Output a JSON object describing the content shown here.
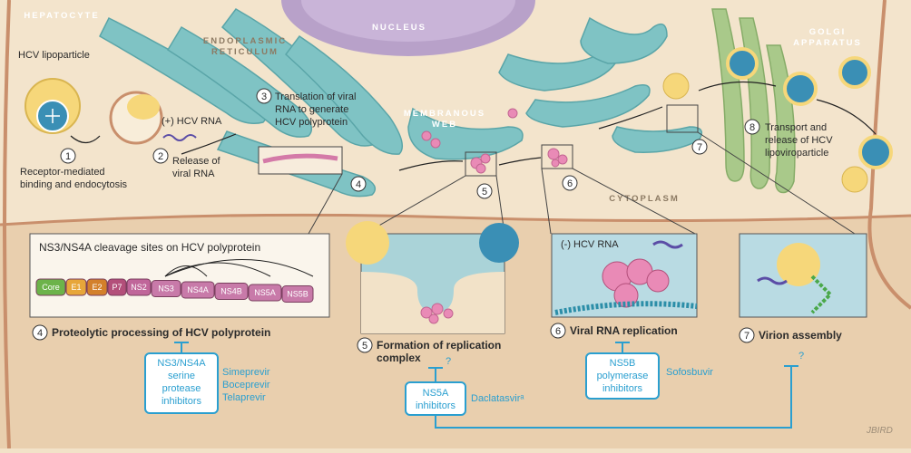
{
  "regions": {
    "hepatocyte": "HEPATOCYTE",
    "nucleus": "NUCLEUS",
    "er": [
      "ENDOPLASMIC",
      "RETICULUM"
    ],
    "golgi": [
      "GOLGI",
      "APPARATUS"
    ],
    "web": [
      "MEMBRANOUS",
      "WEB"
    ],
    "cytoplasm": "CYTOPLASM"
  },
  "labels": {
    "lipoparticle": "HCV lipoparticle",
    "plus_rna": "(+) HCV RNA",
    "minus_rna": "(-) HCV RNA"
  },
  "steps": [
    {
      "num": "1",
      "lines": [
        "Receptor-mediated",
        "binding and endocytosis"
      ]
    },
    {
      "num": "2",
      "lines": [
        "Release of",
        "viral RNA"
      ]
    },
    {
      "num": "3",
      "lines": [
        "Translation of viral",
        "RNA to generate",
        "HCV polyprotein"
      ]
    },
    {
      "num": "4",
      "lines": []
    },
    {
      "num": "5",
      "lines": []
    },
    {
      "num": "6",
      "lines": []
    },
    {
      "num": "7",
      "lines": []
    },
    {
      "num": "8",
      "lines": [
        "Transport and",
        "release of HCV",
        "lipoviroparticle"
      ]
    }
  ],
  "polyprotein": {
    "title": "NS3/NS4A cleavage sites on HCV polyprotein",
    "segments": [
      {
        "name": "Core",
        "color": "#6cb34a"
      },
      {
        "name": "E1",
        "color": "#e7a63a"
      },
      {
        "name": "E2",
        "color": "#d3802b"
      },
      {
        "name": "P7",
        "color": "#b34f7a"
      },
      {
        "name": "NS2",
        "color": "#c0669a"
      },
      {
        "name": "NS3",
        "color": "#c87aa9"
      },
      {
        "name": "NS4A",
        "color": "#c87aa9"
      },
      {
        "name": "NS4B",
        "color": "#c87aa9"
      },
      {
        "name": "NS5A",
        "color": "#c87aa9"
      },
      {
        "name": "NS5B",
        "color": "#c87aa9"
      }
    ]
  },
  "panels": [
    {
      "num": "4",
      "title": "Proteolytic processing of HCV polyprotein"
    },
    {
      "num": "5",
      "title_lines": [
        "Formation of replication",
        "complex"
      ]
    },
    {
      "num": "6",
      "title": "Viral RNA replication"
    },
    {
      "num": "7",
      "title": "Virion assembly"
    }
  ],
  "drugs": [
    {
      "box": [
        "NS3/NS4A",
        "serine",
        "protease",
        "inhibitors"
      ],
      "names": [
        "Simeprevir",
        "Boceprevir",
        "Telaprevir"
      ]
    },
    {
      "box": [
        "NS5A",
        "inhibitors"
      ],
      "names": [
        "Daclatasvirᵃ"
      ],
      "q": "?"
    },
    {
      "box": [
        "NS5B",
        "polymerase",
        "inhibitors"
      ],
      "names": [
        "Sofosbuvir"
      ]
    },
    {
      "q": "?"
    }
  ],
  "signature": "JBIRD",
  "colors": {
    "cyan": "#2a9fd0",
    "er": "#7fc3c4",
    "nucleus": "#b8a1c9",
    "golgi": "#a9c98a",
    "cell": "#f2e2c8"
  }
}
